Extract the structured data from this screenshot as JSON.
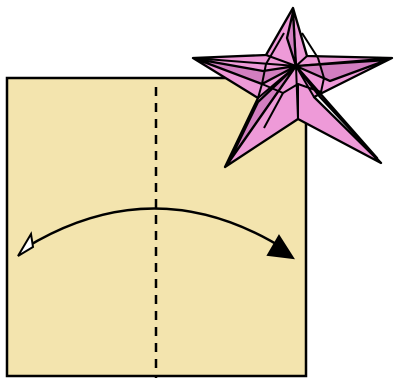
{
  "diagram": {
    "step_type": "valley-fold-and-unfold",
    "colors": {
      "paper": "#f3e4ae",
      "outline": "#000000",
      "background": "#ffffff",
      "star_light": "#ee9ad8",
      "star_dark": "#d27ec0",
      "arrow_open_head": "#ffffff",
      "arrow_solid_head": "#000000"
    },
    "icons": {
      "paper": "square-paper",
      "fold_line": "valley-fold-dashed-line",
      "arrow": "fold-and-unfold-arrow",
      "preview": "five-pointed-origami-star"
    }
  }
}
